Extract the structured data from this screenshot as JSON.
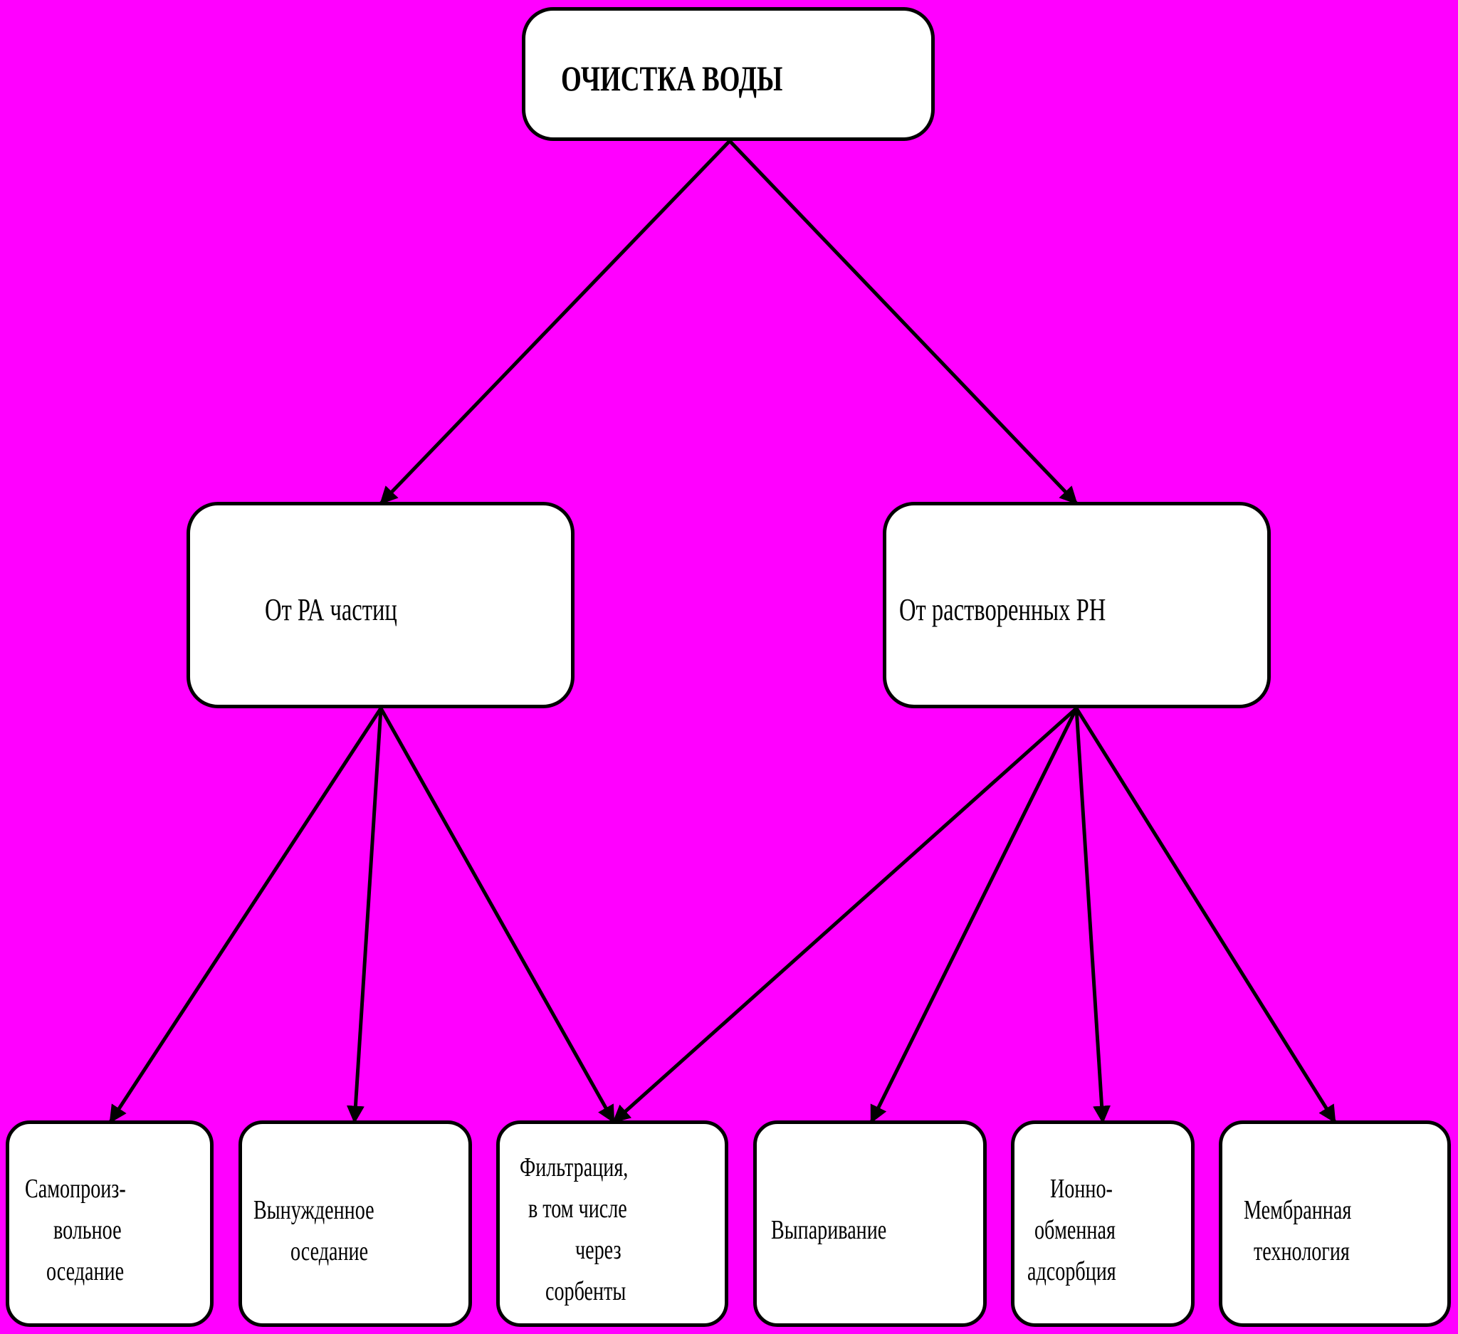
{
  "colors": {
    "background": "#ff00ff",
    "node_fill": "#ffffff",
    "stroke": "#000000"
  },
  "root": {
    "label": "ОЧИСТКА ВОДЫ"
  },
  "branches": {
    "suspended": {
      "label": "От РА частиц"
    },
    "dissolved": {
      "label": "От растворенных РН"
    }
  },
  "leaves": {
    "spontaneous": {
      "lines": [
        "Самопроиз-",
        "вольное",
        "оседание"
      ]
    },
    "forced": {
      "lines": [
        "Вынужденное",
        "оседание"
      ]
    },
    "filtration": {
      "lines": [
        "Фильтрация,",
        "в том числе",
        "через",
        "сорбенты"
      ]
    },
    "evaporation": {
      "lines": [
        "Выпаривание"
      ]
    },
    "ion_exchange": {
      "lines": [
        "Ионно-",
        "обменная",
        "адсорбция"
      ]
    },
    "membrane": {
      "lines": [
        "Мембранная",
        "технология"
      ]
    }
  },
  "edges": [
    [
      "root",
      "suspended"
    ],
    [
      "root",
      "dissolved"
    ],
    [
      "suspended",
      "spontaneous"
    ],
    [
      "suspended",
      "forced"
    ],
    [
      "suspended",
      "filtration"
    ],
    [
      "dissolved",
      "filtration"
    ],
    [
      "dissolved",
      "evaporation"
    ],
    [
      "dissolved",
      "ion_exchange"
    ],
    [
      "dissolved",
      "membrane"
    ]
  ]
}
